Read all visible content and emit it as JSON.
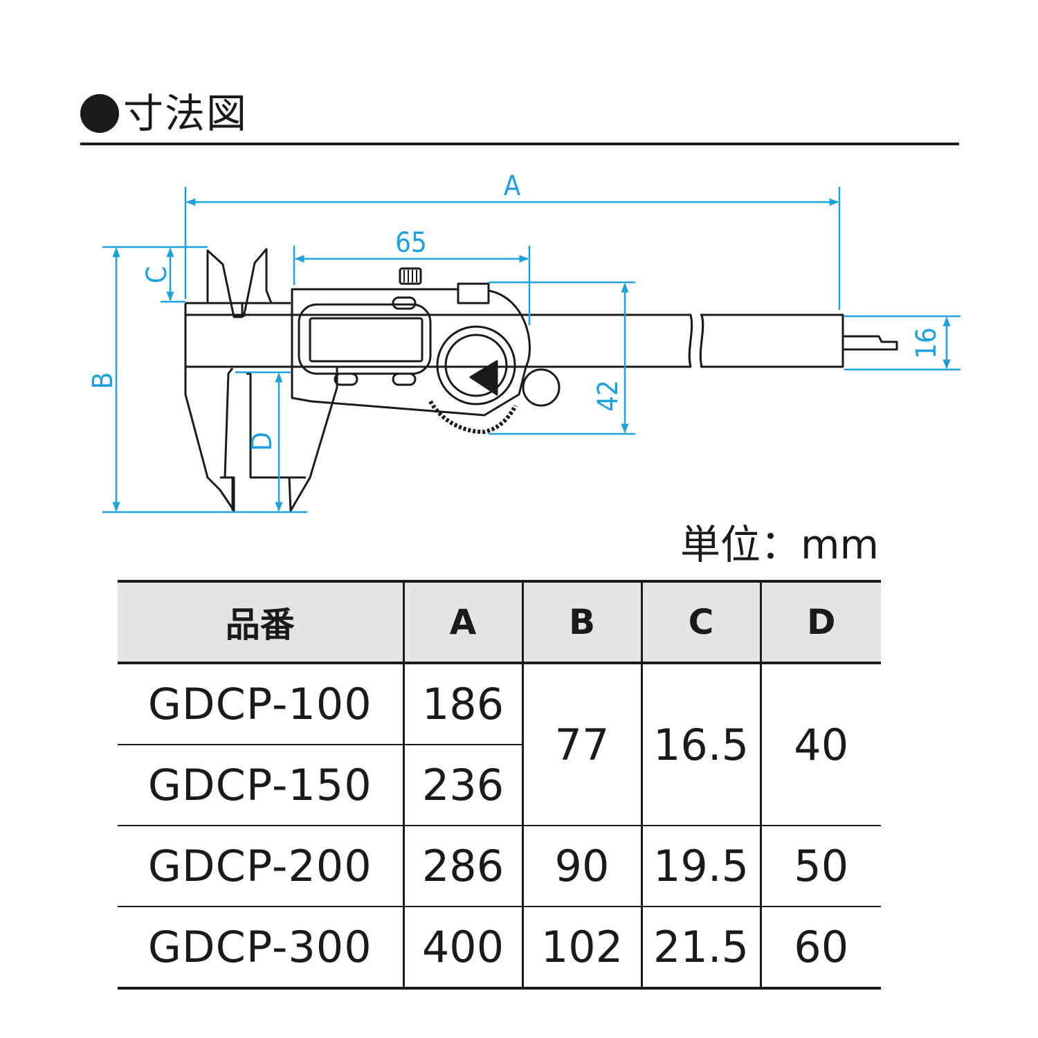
{
  "title": "寸法図",
  "unit_label": "単位：mm",
  "dimension_labels": {
    "A": "A",
    "B": "B",
    "C": "C",
    "D": "D",
    "d65": "65",
    "d42": "42",
    "d16": "16"
  },
  "colors": {
    "dimension": "#1ea0dc",
    "outline": "#1a1a1a",
    "header_bg": "#e5e4e5"
  },
  "table": {
    "headers": [
      "品番",
      "A",
      "B",
      "C",
      "D"
    ],
    "rows": [
      {
        "model": "GDCP-100",
        "A": "186"
      },
      {
        "model": "GDCP-150",
        "A": "236"
      },
      {
        "model": "GDCP-200",
        "A": "286",
        "B": "90",
        "C": "19.5",
        "D": "50"
      },
      {
        "model": "GDCP-300",
        "A": "400",
        "B": "102",
        "C": "21.5",
        "D": "60"
      }
    ],
    "merged_100_150": {
      "B": "77",
      "C": "16.5",
      "D": "40"
    }
  }
}
